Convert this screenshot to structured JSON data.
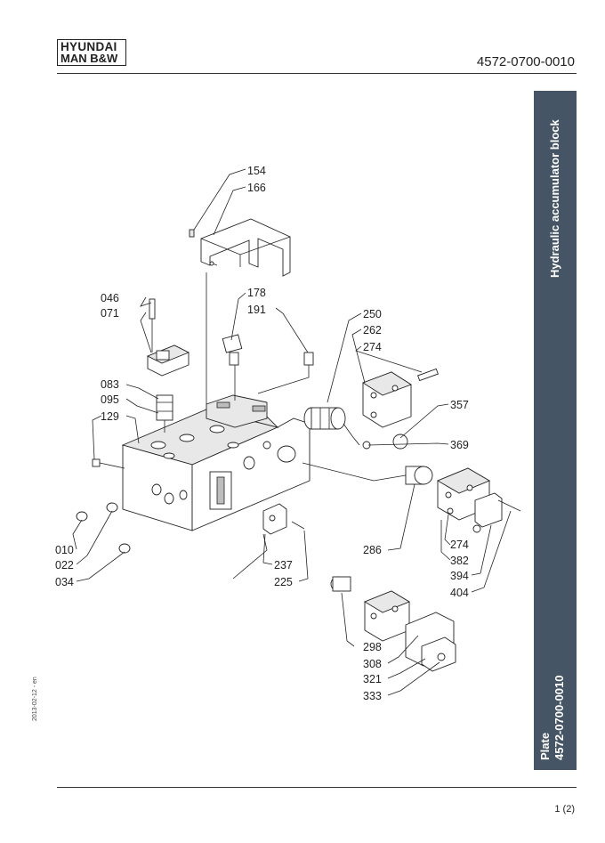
{
  "header": {
    "logo_line1": "HYUNDAI",
    "logo_line2": "MAN B&W",
    "document_number": "4572-0700-0010"
  },
  "sidebar": {
    "title": "Hydraulic accumulator block",
    "bottom_label": "Plate",
    "bottom_number": "4572-0700-0010",
    "background_color": "#455565"
  },
  "margin_date": "2013-02-12 - en",
  "footer": {
    "page_number": "1 (2)"
  },
  "callouts": {
    "c154": "154",
    "c166": "166",
    "c046": "046",
    "c071": "071",
    "c178": "178",
    "c191": "191",
    "c250": "250",
    "c262": "262",
    "c274a": "274",
    "c083": "083",
    "c095": "095",
    "c129": "129",
    "c357": "357",
    "c369": "369",
    "c010": "010",
    "c022": "022",
    "c034": "034",
    "c286": "286",
    "c274b": "274",
    "c382": "382",
    "c394": "394",
    "c404": "404",
    "c237": "237",
    "c225": "225",
    "c298": "298",
    "c308": "308",
    "c321": "321",
    "c333": "333"
  }
}
